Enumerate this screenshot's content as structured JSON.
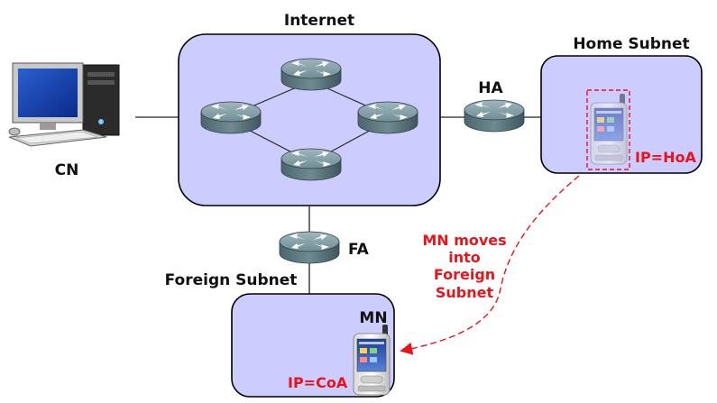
{
  "labels": {
    "internet": "Internet",
    "home_subnet": "Home Subnet",
    "foreign_subnet": "Foreign Subnet",
    "ha": "HA",
    "fa": "FA",
    "cn": "CN",
    "mn": "MN",
    "home_ip": "IP=HoA",
    "foreign_ip": "IP=CoA",
    "move_line_1": "MN moves",
    "move_line_2": "into",
    "move_line_3": "Foreign",
    "move_line_4": "Subnet"
  },
  "icons": {
    "router": "router-icon",
    "computer": "desktop-computer-icon",
    "phone": "pda-phone-icon"
  },
  "colors": {
    "subnet_fill": "#ccccff",
    "annotation_red": "#e8141c",
    "router_body": "#5f7c84"
  }
}
